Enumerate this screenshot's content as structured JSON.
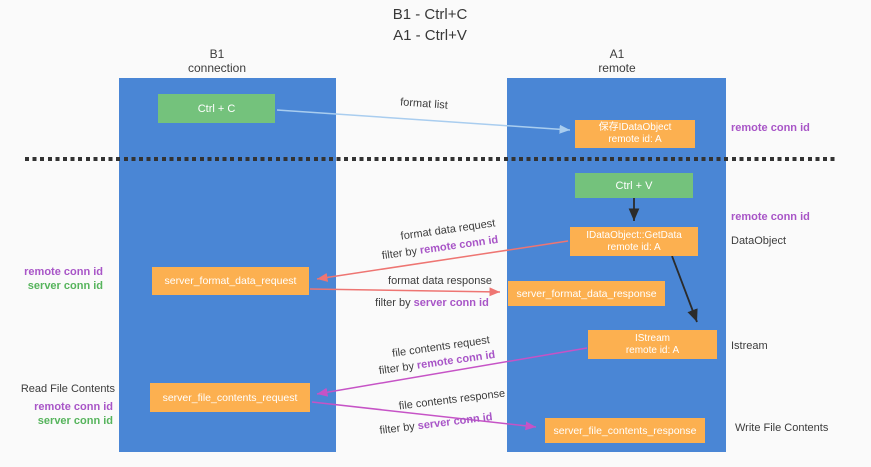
{
  "title": {
    "line1": "B1 - Ctrl+C",
    "line2": "A1 - Ctrl+V"
  },
  "columns": {
    "left": {
      "name": "B1",
      "subtitle": "connection"
    },
    "right": {
      "name": "A1",
      "subtitle": "remote"
    }
  },
  "nodes": {
    "ctrl_c": {
      "label": "Ctrl + C"
    },
    "ctrl_v": {
      "label": "Ctrl + V"
    },
    "save_idataobject": {
      "line1": "保存IDataObject",
      "line2": "remote id: A"
    },
    "idataobject_getdata": {
      "line1": "IDataObject::GetData",
      "line2": "remote id: A"
    },
    "istream": {
      "line1": "IStream",
      "line2": "remote id: A"
    },
    "server_format_data_request": {
      "label": "server_format_data_request"
    },
    "server_format_data_response": {
      "label": "server_format_data_response"
    },
    "server_file_contents_request": {
      "label": "server_file_contents_request"
    },
    "server_file_contents_response": {
      "label": "server_file_contents_response"
    }
  },
  "edge_labels": {
    "format_list": "format list",
    "format_data_request": "format data request",
    "format_data_response": "format data response",
    "file_contents_request": "file contents request",
    "file_contents_response": "file contents response",
    "filter_by": "filter by",
    "remote_conn_id": "remote conn id",
    "server_conn_id": "server conn id"
  },
  "side_labels": {
    "left_format_remote": "remote conn id",
    "left_format_server": "server conn id",
    "read_file_contents": "Read File Contents",
    "left_file_remote": "remote conn id",
    "left_file_server": "server conn id",
    "right_top_remote": "remote conn id",
    "right_mid_remote": "remote conn id",
    "dataobject": "DataObject",
    "istream_text": "Istream",
    "write_file_contents": "Write File Contents"
  },
  "colors": {
    "background": "#fafafa",
    "column_blue": "#4a86d5",
    "box_green": "#74c27c",
    "box_orange": "#fcb050",
    "arrow_light_blue": "#a9cdef",
    "arrow_salmon": "#ee7572",
    "arrow_magenta": "#c653c6",
    "arrow_black": "#2b2b2b",
    "text_purple": "#a855c7",
    "text_green": "#56b45c",
    "text_dark": "#3c3c3c",
    "divider_dash": "#333333"
  }
}
